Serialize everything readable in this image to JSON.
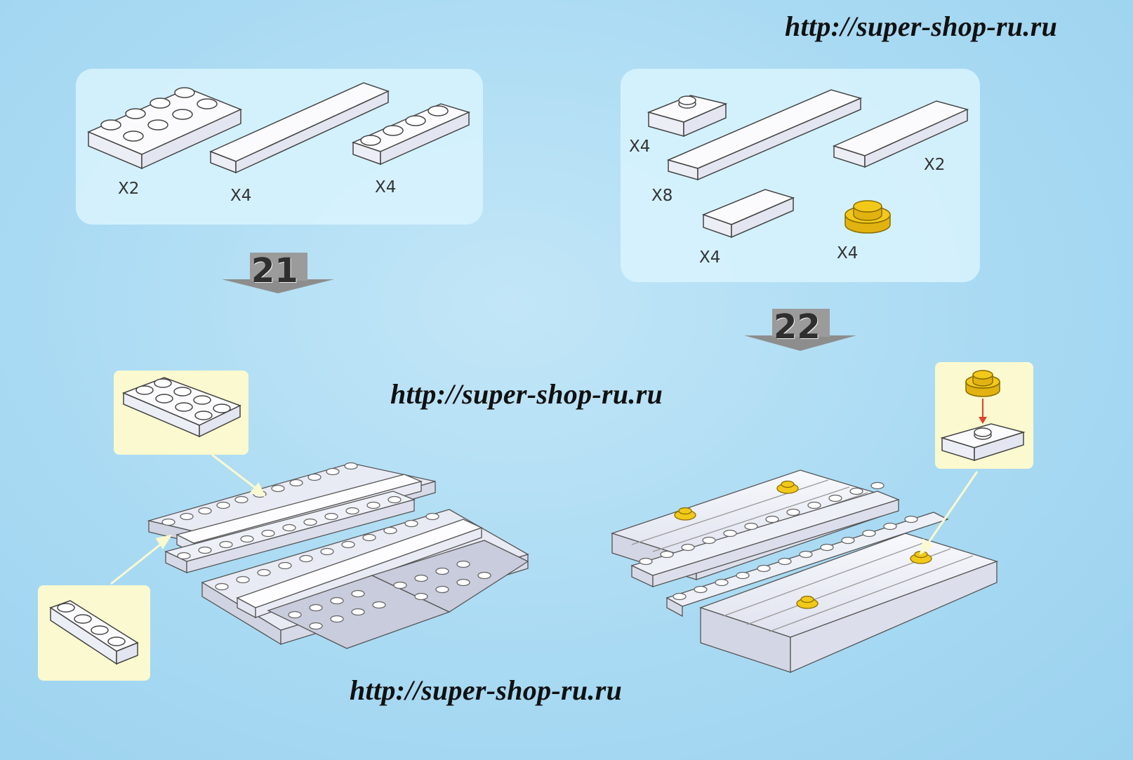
{
  "watermarks": {
    "top": "http://super-shop-ru.ru",
    "middle": "http://super-shop-ru.ru",
    "bottom": "http://super-shop-ru.ru"
  },
  "step21": {
    "number": "21",
    "parts": [
      {
        "icon": "plate-2x4-icon",
        "qty": "X2"
      },
      {
        "icon": "tile-1x6-icon",
        "qty": "X4"
      },
      {
        "icon": "plate-1x4-icon",
        "qty": "X4"
      }
    ]
  },
  "step22": {
    "number": "22",
    "parts": [
      {
        "icon": "jumper-plate-1x2-icon",
        "qty": "X4"
      },
      {
        "icon": "tile-1x6-icon",
        "qty": "X8"
      },
      {
        "icon": "tile-1x4-icon",
        "qty": "X2"
      },
      {
        "icon": "tile-1x2-icon",
        "qty": "X4"
      },
      {
        "icon": "round-plate-1x1-icon",
        "qty": "X4"
      }
    ]
  },
  "colors": {
    "background": "#a9daf3",
    "parts_box": "#d6f2fd",
    "callout": "#fbf9cf",
    "brick_white": "#f4f5fb",
    "brick_yellow": "#f2c919",
    "arrow_red": "#e0402c",
    "step_arrow": "#8d8d8d"
  }
}
